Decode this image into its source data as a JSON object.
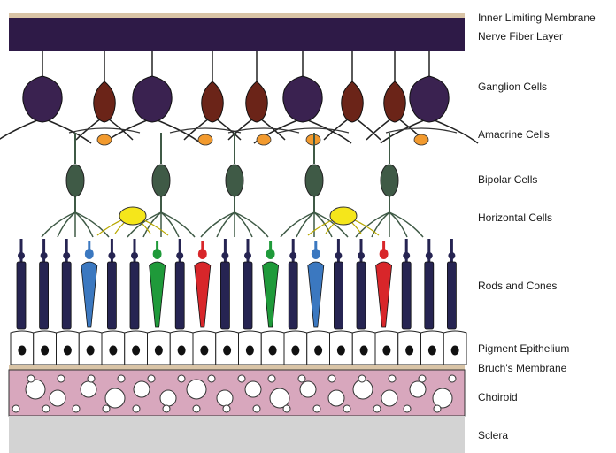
{
  "colors": {
    "nerve_fiber": "#2e1a47",
    "ilm": "#d9c4a6",
    "ganglion_dark": "#3a2250",
    "ganglion_red": "#6b2418",
    "amacrine": "#f29a2e",
    "bipolar": "#3f5a46",
    "horizontal": "#f5e61b",
    "rod": "#262452",
    "cone_blue": "#3b78c0",
    "cone_green": "#1f9a3a",
    "cone_red": "#d8262a",
    "bruch": "#d9c4a6",
    "choroid": "#d8a7bd",
    "sclera": "#d3d3d3",
    "line": "#1a1a1a"
  },
  "labels": {
    "ilm": "Inner Limiting Membrane",
    "nerve_fiber": "Nerve Fiber Layer",
    "ganglion": "Ganglion Cells",
    "amacrine": "Amacrine Cells",
    "bipolar": "Bipolar Cells",
    "horizontal": "Horizontal Cells",
    "rods_cones": "Rods and Cones",
    "pigment": "Pigment Epithelium",
    "bruch": "Bruch's Membrane",
    "choroid": "Choiroid",
    "sclera": "Sclera"
  },
  "cells": {
    "ganglion": [
      "dark",
      "red",
      "dark",
      "red",
      "red",
      "dark",
      "red",
      "red",
      "dark"
    ],
    "photoreceptors": [
      "rod",
      "rod",
      "rod",
      "blue",
      "rod",
      "rod",
      "green",
      "rod",
      "red",
      "rod",
      "rod",
      "green",
      "rod",
      "blue",
      "rod",
      "rod",
      "red",
      "rod",
      "rod",
      "rod"
    ]
  }
}
